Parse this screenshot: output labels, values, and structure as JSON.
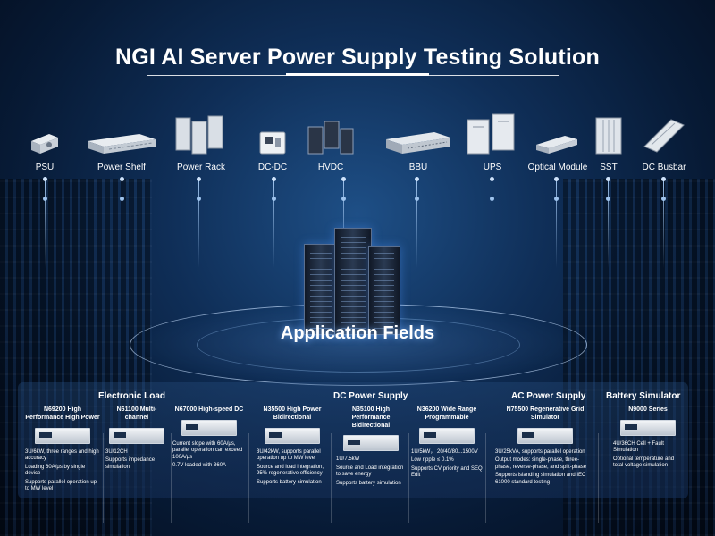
{
  "title": "NGI AI Server Power Supply Testing Solution",
  "products": [
    {
      "label": "PSU"
    },
    {
      "label": "Power Shelf"
    },
    {
      "label": "Power Rack"
    },
    {
      "label": "DC-DC"
    },
    {
      "label": "HVDC"
    },
    {
      "label": "BBU"
    },
    {
      "label": "UPS"
    },
    {
      "label": "Optical Module"
    },
    {
      "label": "SST"
    },
    {
      "label": "DC Busbar"
    }
  ],
  "center_label": "Application Fields",
  "categories": {
    "electronic_load": "Electronic Load",
    "dc_power_supply": "DC Power Supply",
    "ac_power_supply": "AC Power Supply",
    "battery_simulator": "Battery Simulator"
  },
  "columns": [
    {
      "title": "N69200 High Performance High Power",
      "features": [
        "3U/6kW, three ranges and high accuracy",
        "Loading 60A/μs by single device",
        "Supports parallel operation up to MW level"
      ]
    },
    {
      "title": "N61100 Multi-channel",
      "features": [
        "3U/12CH",
        "Supports impedance simulation"
      ]
    },
    {
      "title": "N67000 High-speed DC",
      "features": [
        "Current slope with 60A/μs, parallel operation can exceed 100A/μs",
        "0.7V loaded with 360A"
      ]
    },
    {
      "title": "N35500 High Power Bidirectional",
      "features": [
        "3U/42kW, supports parallel operation up to MW level",
        "Source and load integration, 95% regenerative efficiency",
        "Supports battery simulation"
      ]
    },
    {
      "title": "N35100 High Performance Bidirectional",
      "features": [
        "1U/7.5kW",
        "Source and Load integration to save energy",
        "Supports battery simulation"
      ]
    },
    {
      "title": "N36200 Wide Range Programmable",
      "features": [
        "1U/5kW， 20/40/80...1500V",
        "Low ripple ≤ 0.1%",
        "Supports CV priority and SEQ Edit"
      ]
    },
    {
      "title": "N75500 Regenerative Grid Simulator",
      "features": [
        "3U/25kVA, supports parallel operation",
        "Output modes: single-phase, three-phase, reverse-phase, and split-phase",
        "Supports islanding simulation and IEC 61000 standard testing"
      ]
    },
    {
      "title": "N9000 Series",
      "features": [
        "4U/36CH Cell + Fault Simulation",
        "Optional temperature and total voltage simulation"
      ]
    }
  ]
}
